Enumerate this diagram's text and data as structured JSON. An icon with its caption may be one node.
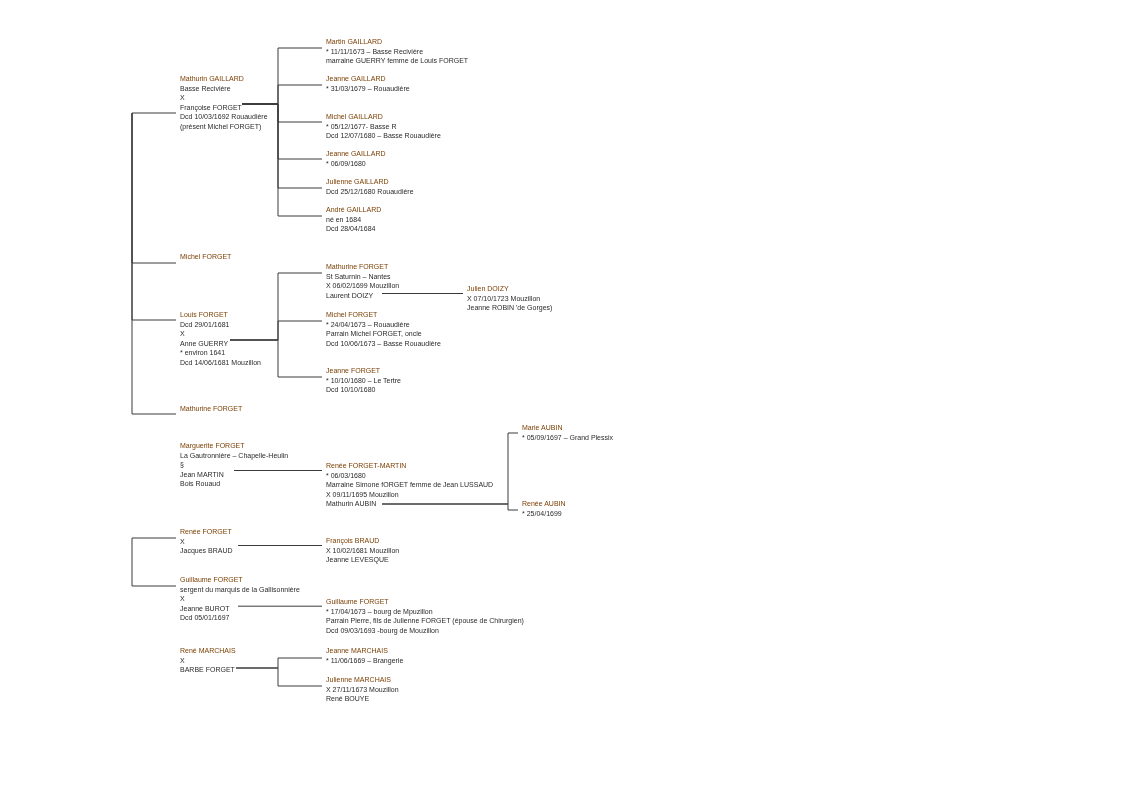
{
  "diagram": {
    "nodes": [
      {
        "text": [
          "Mathurin GAILLARD",
          "Basse Recivière",
          "X",
          "Françoise FORGET",
          "Dcd 10/03/1692 Rouaudière",
          "(présent Michel FORGET)"
        ]
      },
      {
        "text": [
          "Martin GAILLARD",
          "* 11/11/1673 – Basse Recivière",
          "marraine GUERRY femme de Louis FORGET"
        ]
      },
      {
        "text": [
          "Jeanne GAILLARD",
          "* 31/03/1679 – Rouaudière"
        ]
      },
      {
        "text": [
          "Michel GAILLARD",
          "* 05/12/1677- Basse R",
          "Dcd 12/07/1680 – Basse Rouaudière"
        ]
      },
      {
        "text": [
          "Jeanne GAILLARD",
          "* 06/09/1680"
        ]
      },
      {
        "text": [
          "Julienne GAILLARD",
          "Dcd 25/12/1680 Rouaudière"
        ]
      },
      {
        "text": [
          "André GAILLARD",
          "né en 1684",
          "Dcd 28/04/1684"
        ]
      },
      {
        "text": [
          "Michel FORGET"
        ]
      },
      {
        "text": [
          "Louis FORGET",
          "Dcd 29/01/1681",
          "X",
          "Anne GUERRY",
          "* environ 1641",
          "Dcd 14/06/1681 Mouzillon"
        ]
      },
      {
        "text": [
          "Mathurine FORGET",
          "St Saturnin – Nantes",
          "X 06/02/1699 Mouzillon",
          "Laurent DOIZY"
        ]
      },
      {
        "text": [
          "Julien DOIZY",
          "X 07/10/1723 Mouzillon",
          "Jeanne ROBIN 'de Gorges)"
        ]
      },
      {
        "text": [
          "Michel FORGET",
          "* 24/04/1673 – Rouaudière",
          "Parrain Michel FORGET, oncle",
          "Dcd 10/06/1673 – Basse Rouaudière"
        ]
      },
      {
        "text": [
          "Jeanne FORGET",
          "* 10/10/1680 – Le Tertre",
          "Dcd 10/10/1680"
        ]
      },
      {
        "text": [
          "Mathurine FORGET"
        ]
      },
      {
        "text": [
          "Marguerite FORGET",
          "La Gautronnière – Chapelle-Heulin",
          "§",
          "Jean MARTIN",
          "Bois Rouaud"
        ]
      },
      {
        "text": [
          "Renée FORGET-MARTIN",
          "* 06/03/1680",
          "Marraine Simone fORGET femme de Jean LUSSAUD",
          "X 09/11/1695 Mouzillon",
          "Mathurin AUBIN"
        ]
      },
      {
        "text": [
          "Marie AUBIN",
          "* 05/09/1697 – Grand Plessix"
        ]
      },
      {
        "text": [
          "Renée AUBIN",
          "* 25/04/1699"
        ]
      },
      {
        "text": [
          "Renée FORGET",
          "X",
          "Jacques BRAUD"
        ]
      },
      {
        "text": [
          "François BRAUD",
          "X 10/02/1681 Mouzillon",
          "Jeanne LEVESQUE"
        ]
      },
      {
        "text": [
          "Guillaume FORGET",
          "sergent du marquis de la Gallisonnière",
          "X",
          "Jeanne BUROT",
          "Dcd 05/01/1697"
        ]
      },
      {
        "text": [
          "Guillaume FORGET",
          "* 17/04/1673 – bourg de Mpuzillon",
          "Parrain Pierre, fils de Julienne FORGET (épouse de Chirurgien)",
          "Dcd 09/03/1693 -bourg de Mouzillon"
        ]
      },
      {
        "text": [
          "René MARCHAIS",
          "X",
          "BARBE FORGET"
        ]
      },
      {
        "text": [
          "Jeanne MARCHAIS",
          "* 11/06/1669 – Brangerie"
        ]
      },
      {
        "text": [
          "Julienne MARCHAIS",
          "X 27/11/1673 Mouzillon",
          "René BOUYE"
        ]
      }
    ],
    "edges": [
      {
        "from": null,
        "to": 0,
        "arrow": "none"
      },
      {
        "from": null,
        "to": 7,
        "arrow": "none"
      },
      {
        "from": null,
        "to": 8,
        "arrow": "none"
      },
      {
        "from": null,
        "to": 13,
        "arrow": "none"
      },
      {
        "from": 0,
        "to": 1,
        "arrow": "none"
      },
      {
        "from": 0,
        "to": 2,
        "arrow": "none"
      },
      {
        "from": 0,
        "to": 3,
        "arrow": "none"
      },
      {
        "from": 0,
        "to": 4,
        "arrow": "none"
      },
      {
        "from": 0,
        "to": 5,
        "arrow": "none"
      },
      {
        "from": 0,
        "to": 6,
        "arrow": "none"
      },
      {
        "from": 8,
        "to": 9,
        "arrow": "none"
      },
      {
        "from": 8,
        "to": 11,
        "arrow": "none"
      },
      {
        "from": 8,
        "to": 12,
        "arrow": "none"
      },
      {
        "from": 9,
        "to": 10,
        "arrow": "none"
      },
      {
        "from": 14,
        "to": 15,
        "arrow": "none"
      },
      {
        "from": 15,
        "to": 16,
        "arrow": "none"
      },
      {
        "from": 15,
        "to": 17,
        "arrow": "none"
      },
      {
        "from": null,
        "to": 18,
        "arrow": "none"
      },
      {
        "from": null,
        "to": 20,
        "arrow": "none"
      },
      {
        "from": 18,
        "to": 19,
        "arrow": "none"
      },
      {
        "from": 20,
        "to": 21,
        "arrow": "none"
      },
      {
        "from": 22,
        "to": 23,
        "arrow": "none"
      },
      {
        "from": 22,
        "to": 24,
        "arrow": "none"
      }
    ]
  }
}
